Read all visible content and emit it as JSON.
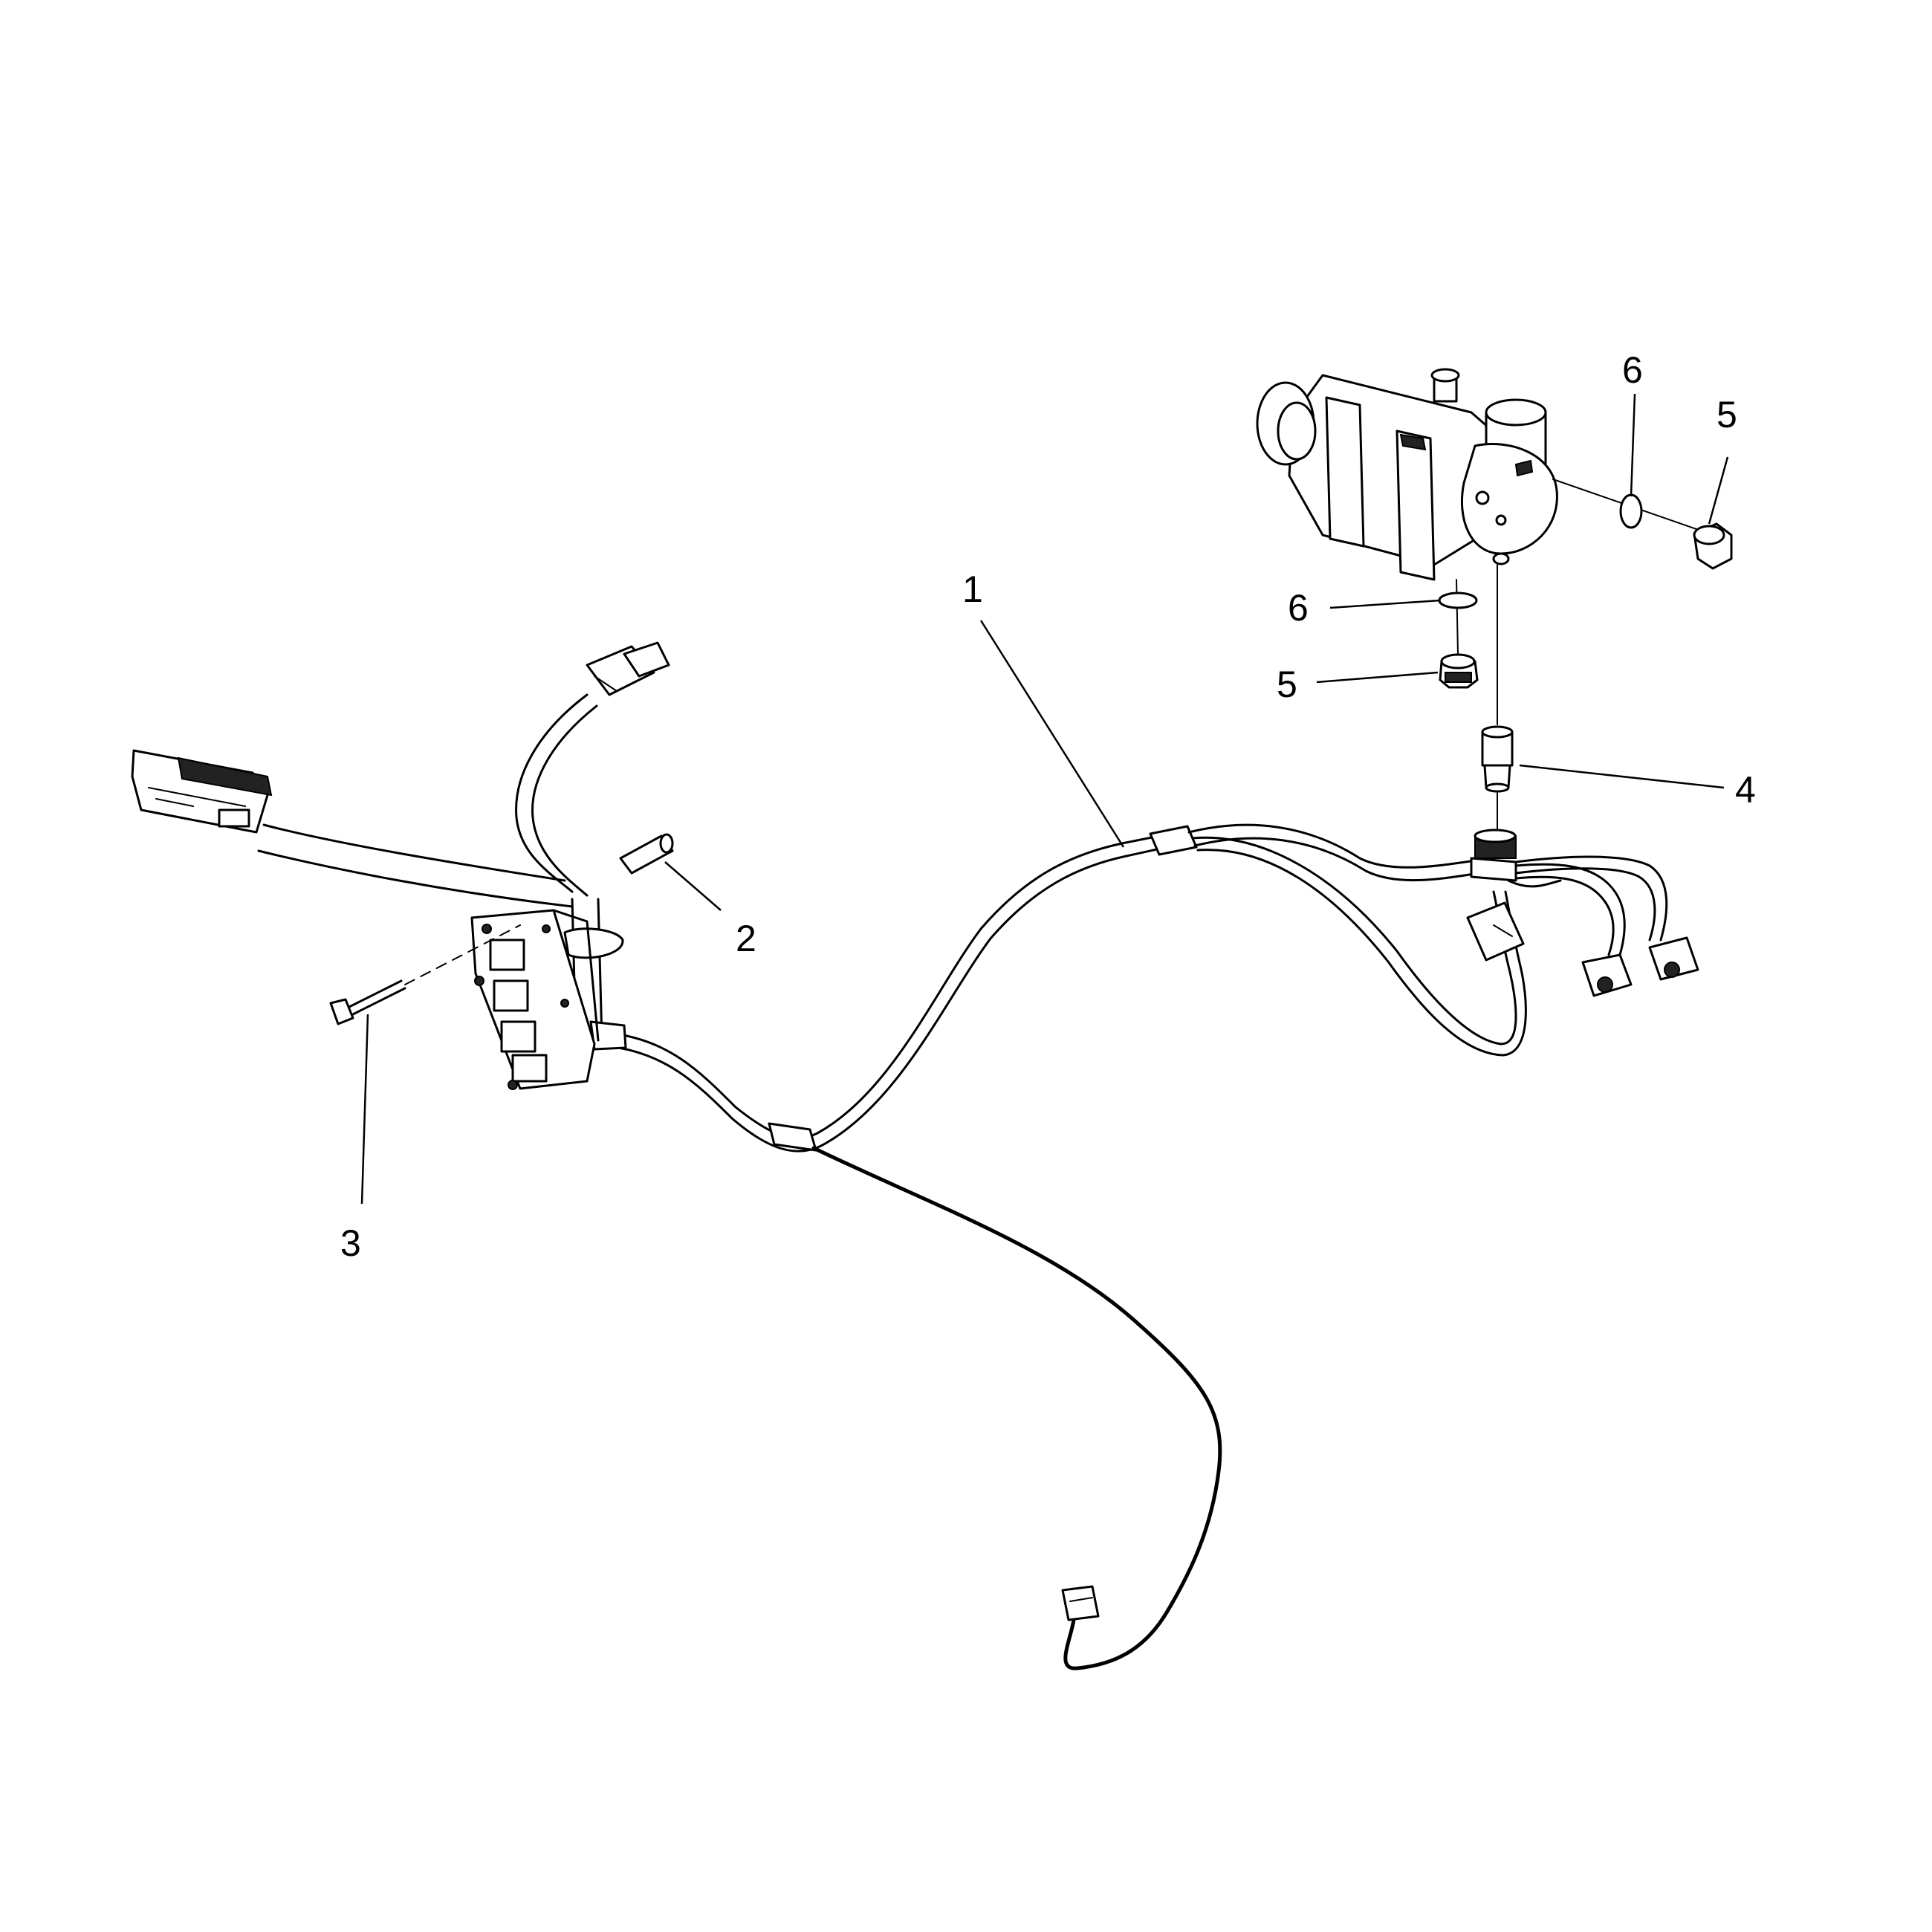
{
  "diagram": {
    "callouts": [
      {
        "id": "1",
        "text": "1"
      },
      {
        "id": "2",
        "text": "2"
      },
      {
        "id": "3",
        "text": "3"
      },
      {
        "id": "4",
        "text": "4"
      },
      {
        "id": "5a",
        "text": "5"
      },
      {
        "id": "5b",
        "text": "5"
      },
      {
        "id": "6a",
        "text": "6"
      },
      {
        "id": "6b",
        "text": "6"
      }
    ]
  }
}
